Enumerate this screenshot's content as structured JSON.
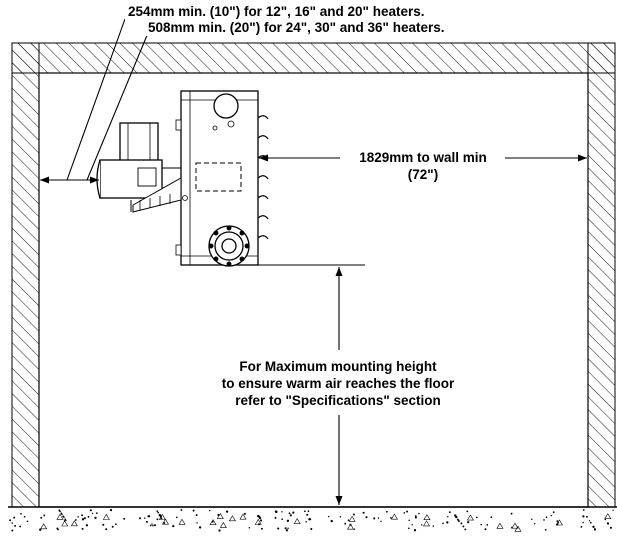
{
  "diagram": {
    "side_clearance": {
      "line1": "254mm min. (10\") for 12\", 16\" and 20\" heaters.",
      "line2": "508mm min. (20\") for 24\", 30\" and 36\" heaters."
    },
    "wall_distance": {
      "line1": "1829mm to wall min",
      "line2": "(72\")"
    },
    "mounting_height_note": {
      "line1": "For Maximum mounting height",
      "line2": "to ensure warm air reaches the floor",
      "line3": "refer to \"Specifications\" section"
    },
    "colors": {
      "line": "#000000",
      "background": "#ffffff",
      "hatch": "#000000"
    }
  }
}
